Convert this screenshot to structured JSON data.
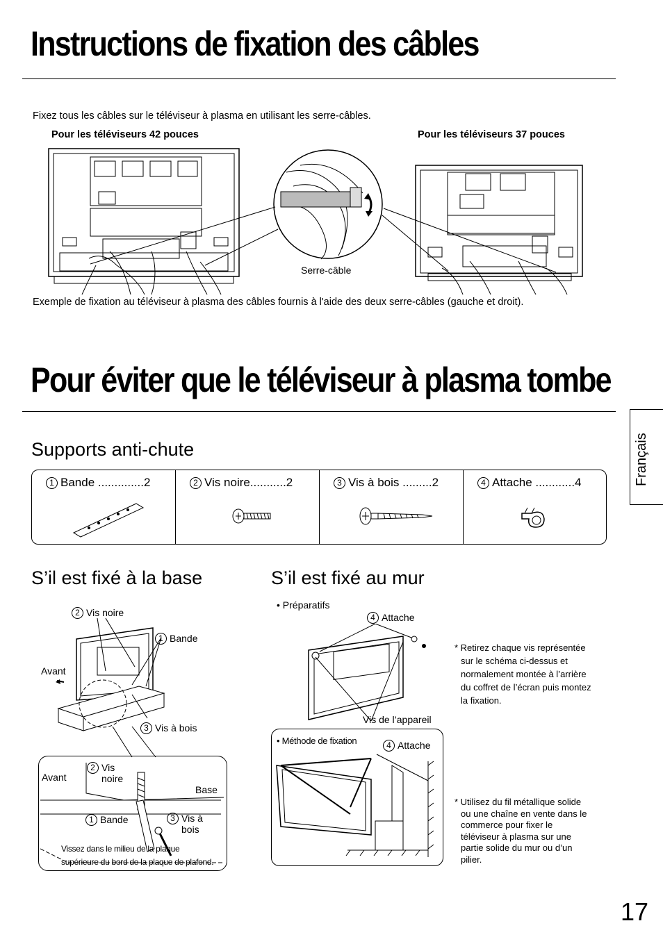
{
  "section1": {
    "title": "Instructions de fixation des câbles",
    "intro": "Fixez tous les câbles sur le téléviseur à plasma en utilisant les serre-câbles.",
    "label_42": "Pour les téléviseurs 42 pouces",
    "label_37": "Pour les téléviseurs 37 pouces",
    "clamp_label": "Serre-câble",
    "caption": "Exemple de fixation au téléviseur à plasma des câbles fournis à l'aide des deux serre-câbles (gauche et droit)."
  },
  "section2": {
    "title": "Pour éviter que le téléviseur à plasma tombe",
    "subtitle": "Supports anti-chute",
    "parts": [
      {
        "num": "1",
        "label": "Bande ..............2"
      },
      {
        "num": "2",
        "label": "Vis noire...........2"
      },
      {
        "num": "3",
        "label": "Vis à bois .........2"
      },
      {
        "num": "4",
        "label": "Attache ............4"
      }
    ]
  },
  "base": {
    "title": "S’il est fixé à la base",
    "vis_noire_num": "2",
    "vis_noire": "Vis noire",
    "bande_num": "1",
    "bande": "Bande",
    "avant": "Avant",
    "vis_bois_num": "3",
    "vis_bois": "Vis à bois",
    "detail": {
      "avant": "Avant",
      "vis_num": "2",
      "vis_line1": "Vis",
      "vis_line2": "noire",
      "base": "Base",
      "bande_num": "1",
      "bande": "Bande",
      "visbois_num": "3",
      "visbois_line1": "Vis à",
      "visbois_line2": "bois",
      "note_line1": "Vissez dans le milieu de la plaque",
      "note_line2": "supérieure du bord de la plaque de plafond."
    }
  },
  "wall": {
    "title": "S’il est fixé au mur",
    "prep": "• Préparatifs",
    "attache_num": "4",
    "attache": "Attache",
    "vis_appareil": "Vis de l’appareil",
    "note1": [
      "* Retirez chaque vis représentée",
      "sur le schéma ci-dessus et",
      "normalement montée à l’arrière",
      "du coffret de l’écran puis montez",
      "la fixation."
    ],
    "method": "• Méthode de fixation",
    "attache2_num": "4",
    "attache2": "Attache",
    "note2": [
      "* Utilisez du fil métallique solide",
      "ou une chaîne en vente dans le",
      "commerce pour fixer le",
      "téléviseur à plasma sur une",
      "partie solide du mur ou d’un",
      "pilier."
    ]
  },
  "language_tab": "Français",
  "page_number": "17"
}
